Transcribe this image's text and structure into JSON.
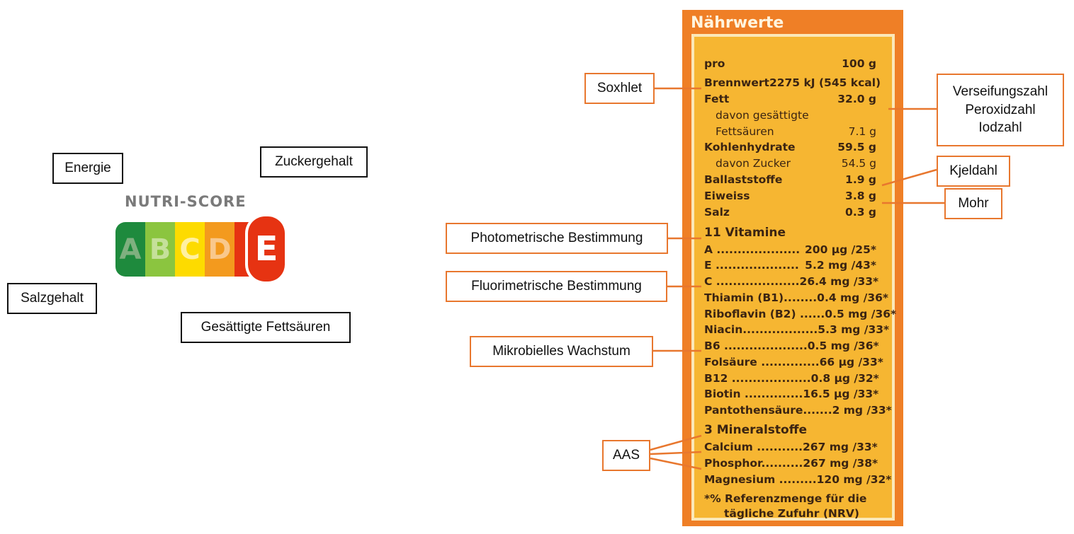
{
  "nutri_score": {
    "title": "NUTRI-SCORE",
    "grades": [
      {
        "letter": "A",
        "color": "#1e8a3d",
        "text_color": "#7fb07f"
      },
      {
        "letter": "B",
        "color": "#8bc53f",
        "text_color": "#c5e09a"
      },
      {
        "letter": "C",
        "color": "#fddb00",
        "text_color": "#fff0a0"
      },
      {
        "letter": "D",
        "color": "#f39a1e",
        "text_color": "#f9c88c"
      },
      {
        "letter": "E",
        "color": "#e63312",
        "text_color": "#ffffff"
      }
    ],
    "active": "E"
  },
  "left_labels": {
    "energie": "Energie",
    "zucker": "Zuckergehalt",
    "salz": "Salzgehalt",
    "fett": "Gesättigte Fettsäuren"
  },
  "methods": {
    "soxhlet": "Soxhlet",
    "fat_indices": [
      "Verseifungszahl",
      "Peroxidzahl",
      "Iodzahl"
    ],
    "kjeldahl": "Kjeldahl",
    "mohr": "Mohr",
    "photometric": "Photometrische Bestimmung",
    "fluorimetric": "Fluorimetrische Bestimmung",
    "microbial": "Mikrobielles Wachstum",
    "aas": "AAS"
  },
  "label": {
    "title": "Nährwerte",
    "header": {
      "l": "pro",
      "r": "100 g"
    },
    "nutrients": [
      {
        "l": "Brennwert",
        "r": "2275 kJ (545 kcal)"
      },
      {
        "l": "Fett",
        "r": "32.0 g"
      },
      {
        "l": "davon gesättigte",
        "r": "",
        "sub": true
      },
      {
        "l": "Fettsäuren",
        "r": "7.1 g",
        "sub": true
      },
      {
        "l": "Kohlenhydrate",
        "r": "59.5 g"
      },
      {
        "l": "davon Zucker",
        "r": "54.5 g",
        "sub": true
      },
      {
        "l": "Ballaststoffe",
        "r": "1.9 g"
      },
      {
        "l": "Eiweiss",
        "r": "3.8 g"
      },
      {
        "l": "Salz",
        "r": "0.3 g"
      }
    ],
    "vitamin_title": "11 Vitamine",
    "vitamins": [
      {
        "l": "A ....................",
        "r": "200 µg /25*"
      },
      {
        "l": "E ....................",
        "r": "5.2 mg /43*"
      },
      {
        "l": "C ....................",
        "r": "26.4 mg /33*"
      },
      {
        "l": "Thiamin (B1)........",
        "r": "0.4 mg /36*"
      },
      {
        "l": "Riboflavin (B2) ......",
        "r": "0.5 mg /36*"
      },
      {
        "l": "Niacin..................",
        "r": "5.3 mg /33*"
      },
      {
        "l": "B6 ....................",
        "r": "0.5 mg /36*"
      },
      {
        "l": "Folsäure ..............",
        "r": "66 µg /33*"
      },
      {
        "l": "B12 ...................",
        "r": "0.8 µg /32*"
      },
      {
        "l": "Biotin ..............",
        "r": "16.5 µg /33*"
      },
      {
        "l": "Pantothensäure.......",
        "r": "2 mg /33*"
      }
    ],
    "mineral_title": "3 Mineralstoffe",
    "minerals": [
      {
        "l": "Calcium ...........",
        "r": "267 mg /33*"
      },
      {
        "l": "Phosphor..........",
        "r": "267 mg /38*"
      },
      {
        "l": "Magnesium .........",
        "r": "120 mg /32*"
      }
    ],
    "footnote": [
      "*% Referenzmenge für die",
      "tägliche Zufuhr (NRV)"
    ]
  },
  "colors": {
    "accent": "#e8772e",
    "label_bg": "#f6b632",
    "panel_bg": "#ef7f26"
  }
}
